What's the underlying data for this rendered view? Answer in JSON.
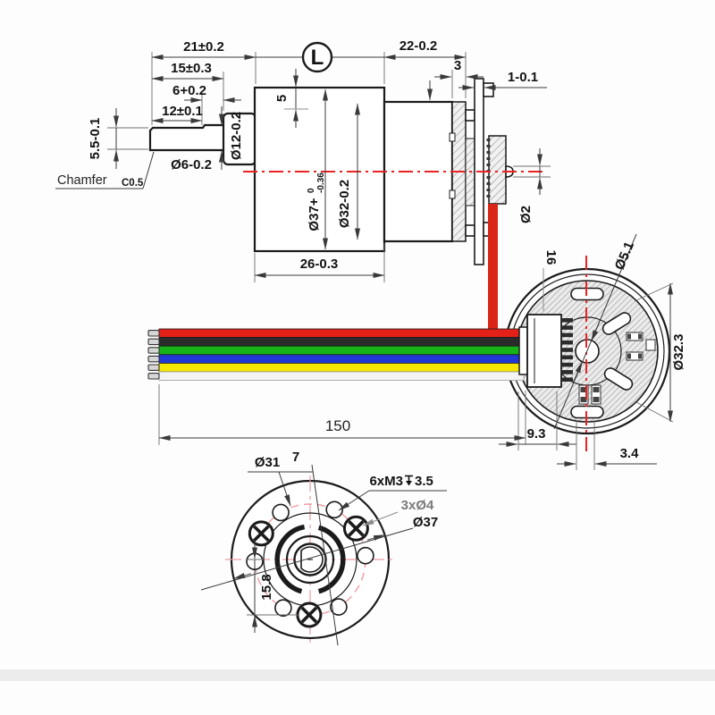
{
  "colors": {
    "centerline_red": "#ec2222",
    "power_wire_red": "#d92517",
    "bolt_circle_pink": "#f09aa0",
    "hatch_gray": "#9a9a9a"
  },
  "wires": [
    {
      "name": "red",
      "hex": "#e32119"
    },
    {
      "name": "black",
      "hex": "#2b2b2b"
    },
    {
      "name": "green",
      "hex": "#17b217"
    },
    {
      "name": "blue",
      "hex": "#2238d4"
    },
    {
      "name": "yellow",
      "hex": "#f6e800"
    },
    {
      "name": "white",
      "hex": "#f4f4f4"
    }
  ],
  "side_view": {
    "datum": "L",
    "dims": {
      "overall_front": "21±0.2",
      "shaft_length": "15±0.3",
      "shoulder": "6+0.2",
      "flat_length": "12±0.1",
      "flat_height": "5.5-0.1",
      "shaft_dia": "Ø6-0.2",
      "chamfer_word": "Chamfer",
      "chamfer_value": "C0.5",
      "boss_dia": "Ø12-0.2",
      "offset_5": "5",
      "gearbox_dia_main": "Ø37+",
      "gearbox_dia_sup": "0",
      "gearbox_dia_sub": "-0.36",
      "motor_dia": "Ø32-0.2",
      "gearbox_length": "26-0.3",
      "motor_length": "22-0.2",
      "cap_length": "3",
      "pcb_thickness": "1-0.1",
      "rear_shaft_dia": "Ø2"
    }
  },
  "encoder_view": {
    "dims": {
      "connector_height": "16",
      "hole_dia": "Ø5.1",
      "pcb_dia": "Ø32.3",
      "connector_offset": "9.3",
      "slot_offset": "3.4"
    }
  },
  "harness": {
    "length": "150"
  },
  "front_view": {
    "dims": {
      "bolt_circle_dia": "Ø31",
      "step": "7",
      "tapped_holes": "6xM3",
      "tap_depth": "3.5",
      "through_holes": "3xØ4",
      "outer_dia": "Ø37",
      "screw_distance": "15.8"
    }
  }
}
